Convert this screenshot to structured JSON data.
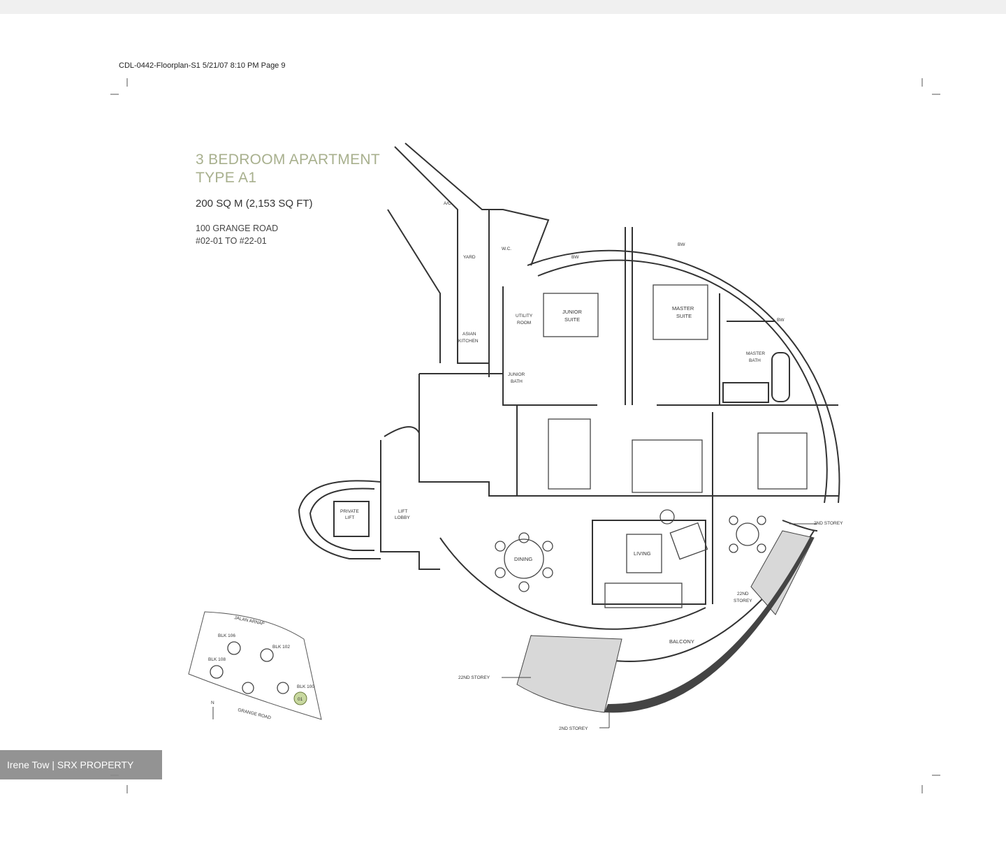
{
  "header": {
    "file_info": "CDL-0442-Floorplan-S1 5/21/07 8:10 PM Page 9"
  },
  "unit": {
    "title_line1": "3 BEDROOM APARTMENT",
    "title_line2": "TYPE A1",
    "area": "200 SQ M (2,153 SQ FT)",
    "address_line1": "100 GRANGE ROAD",
    "address_line2": "#02-01 TO #22-01"
  },
  "rooms": {
    "ac": "A/C",
    "wc": "W.C.",
    "yard": "YARD",
    "bw1": "BW",
    "bw2": "BW",
    "bw3": "BW",
    "junior_suite_1": "JUNIOR",
    "junior_suite_2": "SUITE",
    "master_suite_1": "MASTER",
    "master_suite_2": "SUITE",
    "utility_1": "UTILITY",
    "utility_2": "ROOM",
    "asian_kitchen_1": "ASIAN",
    "asian_kitchen_2": "KITCHEN",
    "junior_bath_1": "JUNIOR",
    "junior_bath_2": "BATH",
    "master_bath_1": "MASTER",
    "master_bath_2": "BATH",
    "private_lift_1": "PRIVATE",
    "private_lift_2": "LIFT",
    "lift_lobby_1": "LIFT",
    "lift_lobby_2": "LOBBY",
    "dining": "DINING",
    "living": "LIVING",
    "balcony": "BALCONY"
  },
  "storey_labels": {
    "s2_top": "2ND STOREY",
    "s22_right_1": "22ND",
    "s22_right_2": "STOREY",
    "s22_bottom": "22ND STOREY",
    "s2_bottom": "2ND STOREY"
  },
  "site_plan": {
    "road_top": "JALAN ARNAP",
    "road_bottom": "GRANGE ROAD",
    "blk106": "BLK 106",
    "blk102": "BLK 102",
    "blk108": "BLK 108",
    "blk100": "BLK 100",
    "north": "N",
    "unit_marker": "01"
  },
  "watermark": {
    "text": "Irene Tow | SRX PROPERTY"
  },
  "colors": {
    "title": "#a8b08e",
    "marker": "#c8d8a0",
    "lines": "#333333"
  }
}
